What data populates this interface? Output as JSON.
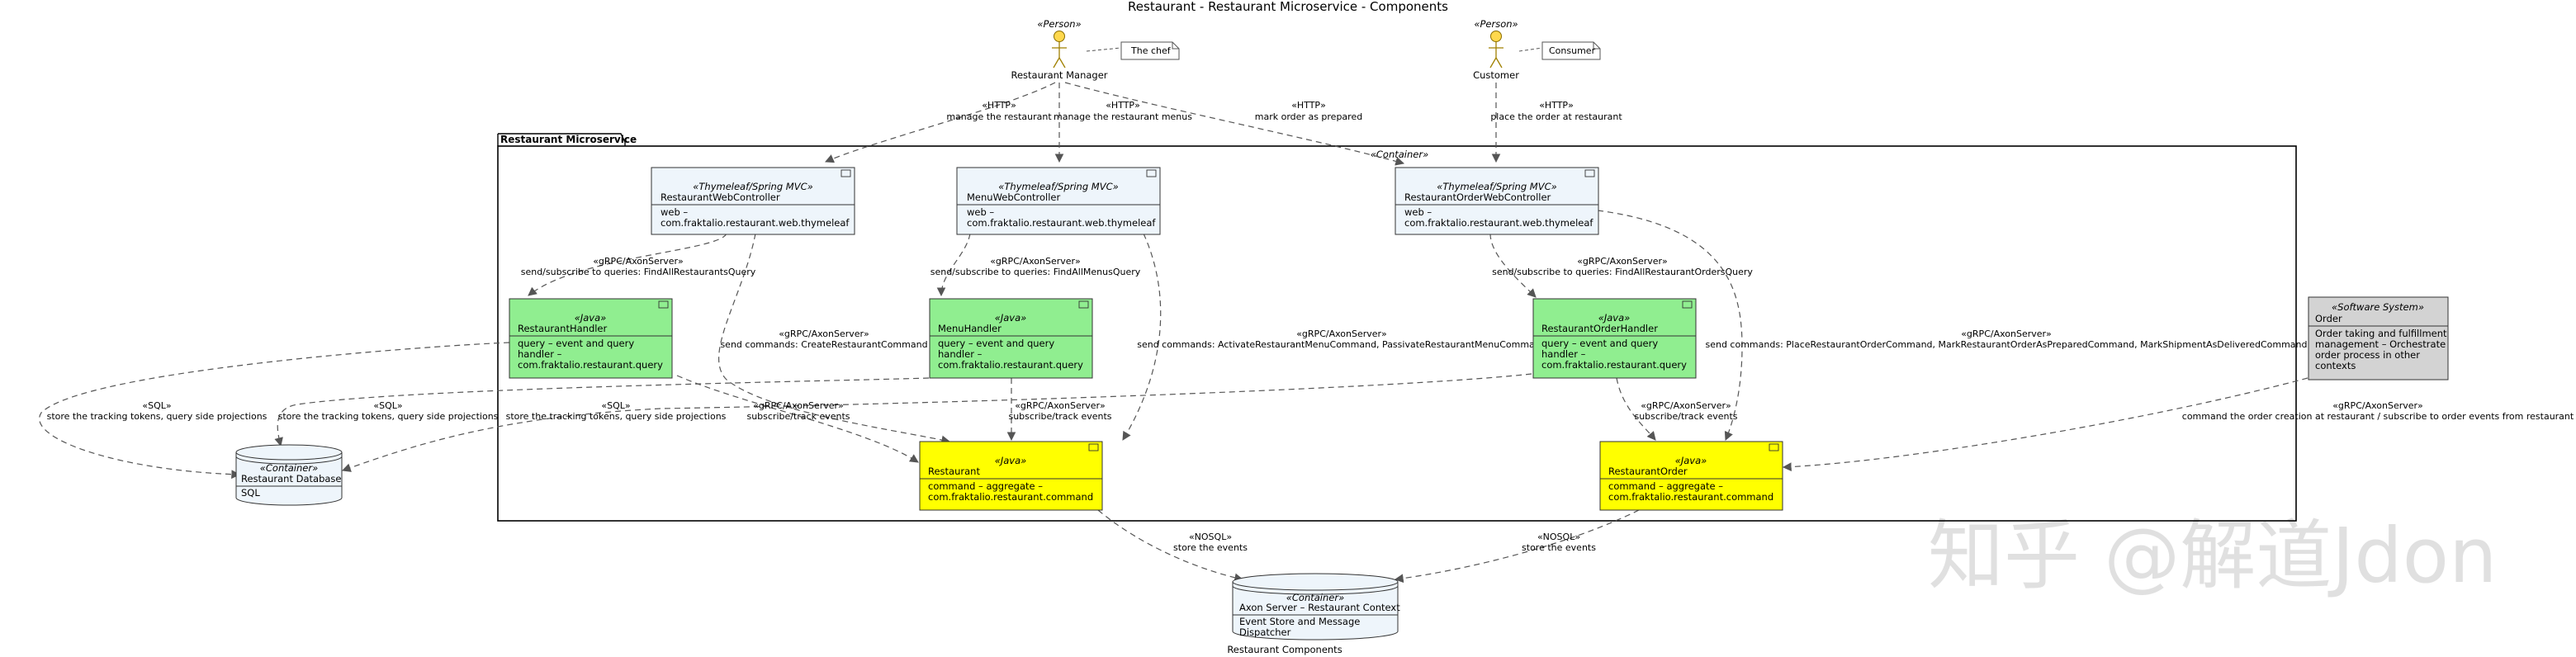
{
  "diagram_title": "Restaurant - Restaurant Microservice - Components",
  "diagram_caption": "Restaurant Components",
  "watermark": "知乎 @解道Jdon",
  "boundary": {
    "label": "Restaurant Microservice",
    "container_tag": "«Container»"
  },
  "colors": {
    "controller": "#eef5fb",
    "handler": "#90ee90",
    "aggregate": "#ffff00",
    "system": "#d3d3d3",
    "database": "#eef5fb",
    "actor": "#ffd84d"
  },
  "actors": {
    "manager": {
      "stereotype": "«Person»",
      "name": "Restaurant Manager",
      "note": "The chef"
    },
    "customer": {
      "stereotype": "«Person»",
      "name": "Customer",
      "note": "Consumer"
    }
  },
  "components": {
    "restaurant_web": {
      "stereotype": "«Thymeleaf/Spring MVC»",
      "name": "RestaurantWebController",
      "desc1": "web –",
      "desc2": "com.fraktalio.restaurant.web.thymeleaf"
    },
    "menu_web": {
      "stereotype": "«Thymeleaf/Spring MVC»",
      "name": "MenuWebController",
      "desc1": "web –",
      "desc2": "com.fraktalio.restaurant.web.thymeleaf"
    },
    "order_web": {
      "stereotype": "«Thymeleaf/Spring MVC»",
      "name": "RestaurantOrderWebController",
      "desc1": "web –",
      "desc2": "com.fraktalio.restaurant.web.thymeleaf"
    },
    "restaurant_handler": {
      "stereotype": "«Java»",
      "name": "RestaurantHandler",
      "desc1": "query – event and query",
      "desc2": "handler –",
      "desc3": "com.fraktalio.restaurant.query"
    },
    "menu_handler": {
      "stereotype": "«Java»",
      "name": "MenuHandler",
      "desc1": "query – event and query",
      "desc2": "handler –",
      "desc3": "com.fraktalio.restaurant.query"
    },
    "order_handler": {
      "stereotype": "«Java»",
      "name": "RestaurantOrderHandler",
      "desc1": "query – event and query",
      "desc2": "handler –",
      "desc3": "com.fraktalio.restaurant.query"
    },
    "restaurant": {
      "stereotype": "«Java»",
      "name": "Restaurant",
      "desc1": "command – aggregate –",
      "desc2": "com.fraktalio.restaurant.command"
    },
    "restaurant_order": {
      "stereotype": "«Java»",
      "name": "RestaurantOrder",
      "desc1": "command – aggregate –",
      "desc2": "com.fraktalio.restaurant.command"
    }
  },
  "external": {
    "order_system": {
      "stereotype": "«Software System»",
      "name": "Order",
      "desc1": "Order taking and fulfillment",
      "desc2": "management – Orchestrate",
      "desc3": "order process in other",
      "desc4": "contexts"
    }
  },
  "databases": {
    "restaurant_db": {
      "stereotype": "«Container»",
      "name": "Restaurant Database",
      "desc": "SQL"
    },
    "axon_server": {
      "stereotype": "«Container»",
      "name": "Axon Server – Restaurant Context",
      "desc1": "Event Store and Message",
      "desc2": "Dispatcher"
    }
  },
  "relations": {
    "m_rw": {
      "tech": "«HTTP»",
      "text": "manage the restaurant"
    },
    "m_mw": {
      "tech": "«HTTP»",
      "text": "manage the restaurant menus"
    },
    "m_ow": {
      "tech": "«HTTP»",
      "text": "mark order as prepared"
    },
    "c_ow": {
      "tech": "«HTTP»",
      "text": "place the order at restaurant"
    },
    "rw_rh": {
      "tech": "«gRPC/AxonServer»",
      "text": "send/subscribe to queries: FindAllRestaurantsQuery"
    },
    "mw_mh": {
      "tech": "«gRPC/AxonServer»",
      "text": "send/subscribe to queries: FindAllMenusQuery"
    },
    "ow_oh": {
      "tech": "«gRPC/AxonServer»",
      "text": "send/subscribe to queries: FindAllRestaurantOrdersQuery"
    },
    "rw_r": {
      "tech": "«gRPC/AxonServer»",
      "text": "send commands: CreateRestaurantCommand"
    },
    "mw_r": {
      "tech": "«gRPC/AxonServer»",
      "text": "send commands: ActivateRestaurantMenuCommand, PassivateRestaurantMenuCommand"
    },
    "ow_ro": {
      "tech": "«gRPC/AxonServer»",
      "text": "send commands: PlaceRestaurantOrderCommand, MarkRestaurantOrderAsPreparedCommand, MarkShipmentAsDeliveredCommand"
    },
    "rh_db": {
      "tech": "«SQL»",
      "text": "store the tracking tokens, query side projections"
    },
    "mh_db": {
      "tech": "«SQL»",
      "text": "store the tracking tokens, query side projections"
    },
    "oh_db": {
      "tech": "«SQL»",
      "text": "store the tracking tokens, query side projections"
    },
    "rh_r": {
      "tech": "«gRPC/AxonServer»",
      "text": "subscribe/track events"
    },
    "mh_r": {
      "tech": "«gRPC/AxonServer»",
      "text": "subscribe/track events"
    },
    "oh_ro": {
      "tech": "«gRPC/AxonServer»",
      "text": "subscribe/track events"
    },
    "o_ro": {
      "tech": "«gRPC/AxonServer»",
      "text": "command the order creation at restaurant / subscribe to order events from restaurant"
    },
    "r_axon": {
      "tech": "«NOSQL»",
      "text": "store the events"
    },
    "ro_axon": {
      "tech": "«NOSQL»",
      "text": "store the events"
    }
  }
}
